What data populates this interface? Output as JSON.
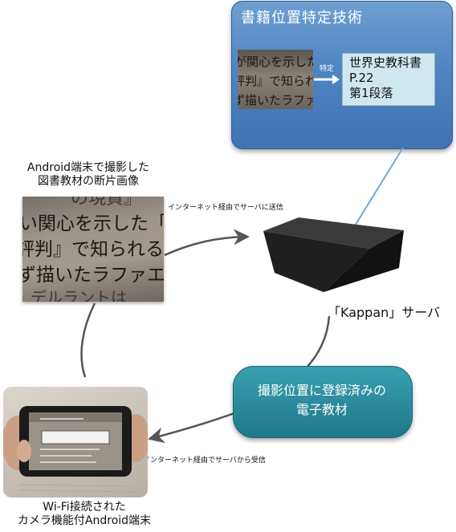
{
  "top_panel": {
    "title": "書籍位置特定技術",
    "arrow_label": "特定",
    "result_lines": [
      "世界史教科書",
      "P.22",
      "第1段落"
    ],
    "crop_lines": [
      "が関心を示した「万",
      "評判』で知られるミ",
      "ず描いたラファエ"
    ]
  },
  "photo": {
    "caption_lines": [
      "Android端末で撮影した",
      "図書教材の断片画像"
    ],
    "crop_lines": [
      "の現貨』",
      "い関心を示した「万",
      "評判』で知られるミ",
      "ず描いたラファエロ",
      "デルラントは"
    ]
  },
  "flows": {
    "send_label": "インターネット経由でサーバに送信",
    "receive_label": "インターネット経由でサーバから受信"
  },
  "server": {
    "label": "「Kappan」サーバ"
  },
  "material": {
    "lines": [
      "撮影位置に登録済みの",
      "電子教材"
    ]
  },
  "device": {
    "caption_lines": [
      "Wi-Fi接続された",
      "カメラ機能付Android端末"
    ]
  },
  "colors": {
    "panel_blue": "#4f85c3",
    "result_box": "#cfe8ef",
    "material_teal": "#2b8c9d",
    "server_black": "#1c1c1c",
    "arrow_gray": "#555555"
  }
}
